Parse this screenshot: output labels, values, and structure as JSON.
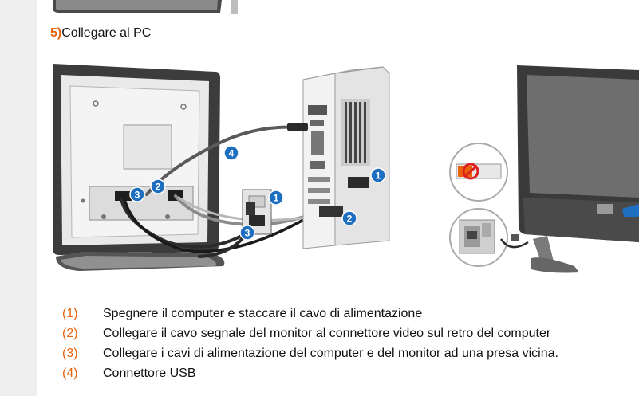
{
  "step": {
    "number": "5)",
    "title": "Collegare al PC"
  },
  "callouts": [
    "1",
    "2",
    "3",
    "4"
  ],
  "instructions": [
    {
      "num": "(1)",
      "text": "Spegnere il computer e staccare il cavo di alimentazione"
    },
    {
      "num": "(2)",
      "text": "Collegare il cavo segnale del monitor al connettore video sul retro del computer"
    },
    {
      "num": "(3)",
      "text": "Collegare i cavi di alimentazione del computer e del monitor ad una presa vicina."
    },
    {
      "num": "(4)",
      "text": "Connettore USB"
    }
  ],
  "colors": {
    "accent_orange": "#e8630a",
    "callout_blue": "#1f6fc0",
    "monitor_dark": "#3c3c3c",
    "pc_gray": "#d8d8d8",
    "cable": "#2b2b2b",
    "sidebar": "#eeeeee"
  }
}
